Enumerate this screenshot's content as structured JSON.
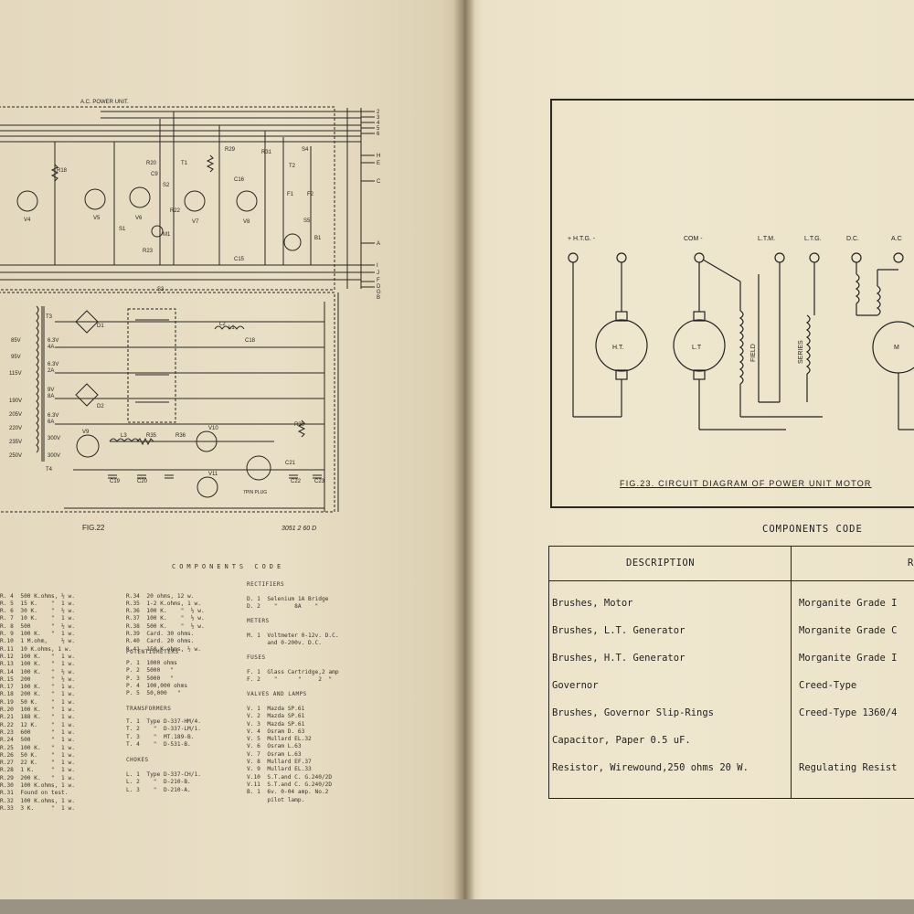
{
  "left_page": {
    "fig22_title": "A.C. POWER UNIT.",
    "fig22_caption": "FIG.22",
    "fig22_ref": "3051 2 60 D",
    "schematic_labels": {
      "rail_letters": [
        "2",
        "3",
        "4",
        "5",
        "6",
        "H",
        "E",
        "C",
        "A",
        "I",
        "J",
        "F",
        "D",
        "G",
        "B"
      ],
      "voltages": [
        "85V",
        "95V",
        "115V",
        "190V",
        "205V",
        "220V",
        "235V",
        "250V",
        "6.3V",
        "4A",
        "6.3V",
        "2A",
        "9V",
        "8A",
        "6.3V",
        "6A",
        "300V",
        "300V"
      ],
      "parts": [
        "R18",
        "R20",
        "C9",
        "V4",
        "V5",
        "V6",
        "V7",
        "V8",
        "V9",
        "V10",
        "V11",
        "T2",
        "T3",
        "T4",
        "S1",
        "S2",
        "S3",
        "S4",
        "S5",
        "L1",
        "L2",
        "L3",
        "C18",
        "C19",
        "C20",
        "C21",
        "C22",
        "C23",
        "R35",
        "R36",
        "R39",
        "M1",
        "F1",
        "F2",
        "B1",
        "D1",
        "D2",
        "T1",
        "R22",
        "R23",
        "R29",
        "R31",
        "C15",
        "C16",
        "7PIN PLUG"
      ]
    },
    "components_heading": "COMPONENTS CODE",
    "col1": [
      "R. 4  500 K.ohms, ½ w.",
      "R. 5  15 K.    \"  1 w.",
      "R. 6  30 K.    \"  ½ w.",
      "R. 7  10 K.    \"  1 w.",
      "R. 8  500      \"  ½ w.",
      "R. 9  100 K.   \"  1 w.",
      "R.10  1 M.ohm,    ½ w.",
      "R.11  10 K.ohms, 1 w.",
      "R.12  100 K.   \"  1 w.",
      "R.13  100 K.   \"  1 w.",
      "R.14  100 K.   \"  ½ w.",
      "R.15  200      \"  ½ w.",
      "R.17  100 K.   \"  1 w.",
      "R.18  200 K.   \"  1 w.",
      "R.19  50 K.    \"  1 w.",
      "R.20  100 K.   \"  1 w.",
      "R.21  188 K.   \"  1 w.",
      "R.22  12 K.    \"  1 w.",
      "R.23  600      \"  1 w.",
      "R.24  500      \"  1 w.",
      "R.25  100 K.   \"  1 w.",
      "R.26  50 K.    \"  1 w.",
      "R.27  22 K.    \"  1 w.",
      "R.28  1 K.     \"  1 w.",
      "R.29  200 K.   \"  1 w.",
      "R.30  100 K.ohms, 1 w.",
      "R.31  Found on test.",
      "R.32  100 K.ohms, 1 w.",
      "R.33  3 K.     \"  1 w."
    ],
    "col2": [
      "R.34  20 ohms, 12 w.",
      "R.35  1-2 K.ohms, 1 w.",
      "R.36  100 K.    \"  ½ w.",
      "R.37  100 K.    \"  ½ w.",
      "R.38  500 K.    \"  ½ w.",
      "R.39  Card. 30 ohms.",
      "R.40  Card. 20 ohms.",
      "R.41  150 K.ohms, ½ w."
    ],
    "potentiometers_heading": "POTENTIOMETERS",
    "potentiometers": [
      "P. 1  1000 ohms",
      "P. 2  5000   \"",
      "P. 3  5000   \"",
      "P. 4  100,000 ohms",
      "P. 5  50,000   \""
    ],
    "transformers_heading": "TRANSFORMERS",
    "transformers": [
      "T. 1  Type D-337-HM/4.",
      "T. 2    \"  D-337-LM/1.",
      "T. 3    \"  MT.189-B.",
      "T. 4    \"  D-531-B."
    ],
    "chokes_heading": "CHOKES",
    "chokes": [
      "L. 1  Type D-337-CH/1.",
      "L. 2    \"  D-210-B.",
      "L. 3    \"  D-210-A."
    ],
    "rectifiers_heading": "RECTIFIERS",
    "rectifiers": [
      "D. 1  Selenium 1A Bridge",
      "D. 2    \"     8A    \""
    ],
    "meters_heading": "METERS",
    "meters": [
      "M. 1  Voltmeter 0-12v. D.C.",
      "      and 0-200v. D.C."
    ],
    "fuses_heading": "FUSES",
    "fuses": [
      "F. 1  Glass Cartridge,2 amp",
      "F. 2    \"      \"     2  \""
    ],
    "valves_heading": "VALVES AND LAMPS",
    "valves": [
      "V. 1  Mazda SP.61",
      "V. 2  Mazda SP.61",
      "V. 3  Mazda SP.61",
      "V. 4  Osram D. 63",
      "V. 5  Mullard EL.32",
      "V. 6  Osram L.63",
      "V. 7  Osram L.63",
      "V. 8  Mullard EF.37",
      "V. 9  Mullard EL.33",
      "V.10  S.T.and C. G.240/2D",
      "V.11  S.T.and C. G.240/2D",
      "B. 1  6v. 0-04 amp. No.2",
      "      pilot lamp."
    ]
  },
  "right_page": {
    "fig23_caption": "FIG.23.  CIRCUIT  DIAGRAM  OF  POWER  UNIT  MOTOR",
    "terminal_labels": [
      "+ H.T.G. -",
      "COM -",
      "L.T.M.",
      "L.T.G.",
      "D.C.",
      "A.C"
    ],
    "machine_labels": [
      "H.T.",
      "L.T",
      "M"
    ],
    "winding_labels": [
      "FIELD",
      "SERIES"
    ],
    "components_title": "COMPONENTS CODE",
    "table_headers": [
      "DESCRIPTION",
      "R"
    ],
    "rows": [
      {
        "description": "Brushes, Motor",
        "ref": "Morganite Grade I"
      },
      {
        "description": "Brushes, L.T. Generator",
        "ref": "Morganite Grade C"
      },
      {
        "description": "Brushes, H.T. Generator",
        "ref": "Morganite Grade I"
      },
      {
        "description": "Governor",
        "ref": "Creed-Type"
      },
      {
        "description": "Brushes, Governor Slip-Rings",
        "ref": "Creed-Type 1360/4"
      },
      {
        "description": "Capacitor, Paper 0.5 uF.",
        "ref": ""
      },
      {
        "description": "Resistor, Wirewound,250 ohms 20 W.",
        "ref": "Regulating Resist"
      }
    ]
  },
  "colors": {
    "paper_left": "#e6dcc2",
    "paper_right": "#ede4cb",
    "ink": "#2a2620",
    "gutter": "#5a4a30"
  }
}
